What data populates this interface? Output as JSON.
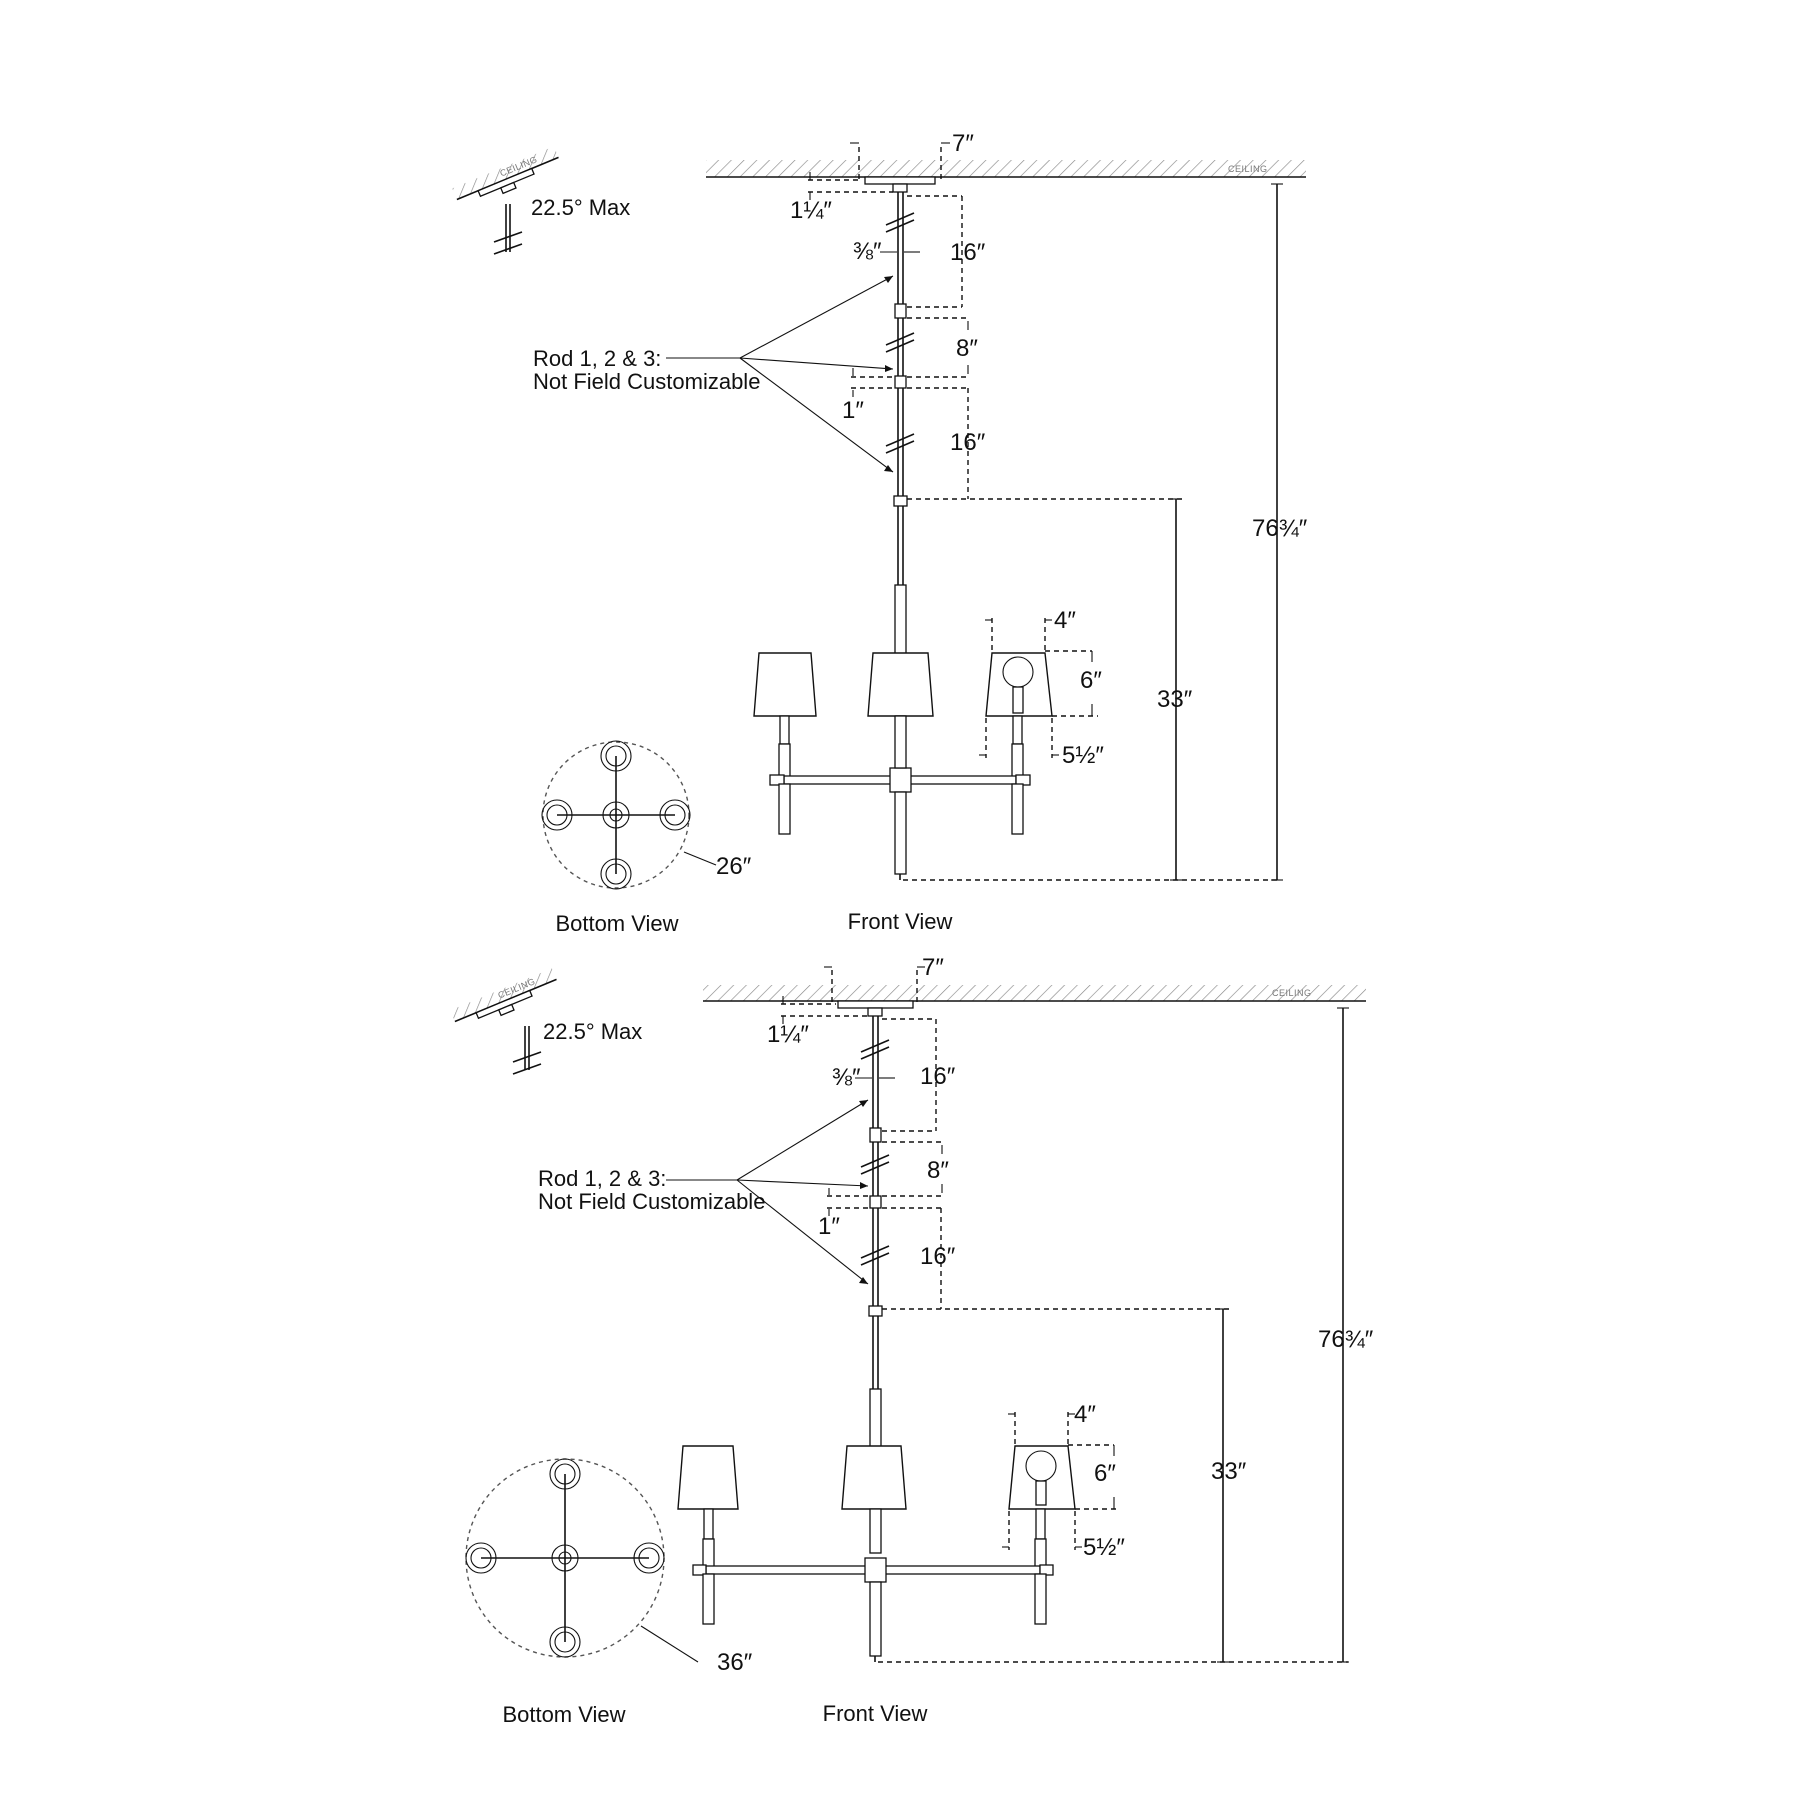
{
  "diagrams": [
    {
      "ceiling_label": "CEILING",
      "tilt": {
        "ceiling_label": "CEILING",
        "label": "22.5° Max"
      },
      "dims": {
        "canopy_width": "7″",
        "canopy_height": "1¼″",
        "rod_diameter": "⅜″",
        "rod1": "16″",
        "rod2": "8″",
        "coupling": "1″",
        "rod3": "16″",
        "body_height": "33″",
        "overall_height": "76¾″",
        "shade_top": "4″",
        "shade_height": "6″",
        "shade_bottom": "5½″",
        "spread": "26″"
      },
      "rod_note": [
        "Rod 1, 2 & 3:",
        "Not Field Customizable"
      ],
      "bottom_view_label": "Bottom View",
      "front_view_label": "Front View"
    },
    {
      "ceiling_label": "CEILING",
      "tilt": {
        "ceiling_label": "CEILING",
        "label": "22.5° Max"
      },
      "dims": {
        "canopy_width": "7″",
        "canopy_height": "1¼″",
        "rod_diameter": "⅜″",
        "rod1": "16″",
        "rod2": "8″",
        "coupling": "1″",
        "rod3": "16″",
        "body_height": "33″",
        "overall_height": "76¾″",
        "shade_top": "4″",
        "shade_height": "6″",
        "shade_bottom": "5½″",
        "spread": "36″"
      },
      "rod_note": [
        "Rod 1, 2 & 3:",
        "Not Field Customizable"
      ],
      "bottom_view_label": "Bottom View",
      "front_view_label": "Front View"
    }
  ]
}
